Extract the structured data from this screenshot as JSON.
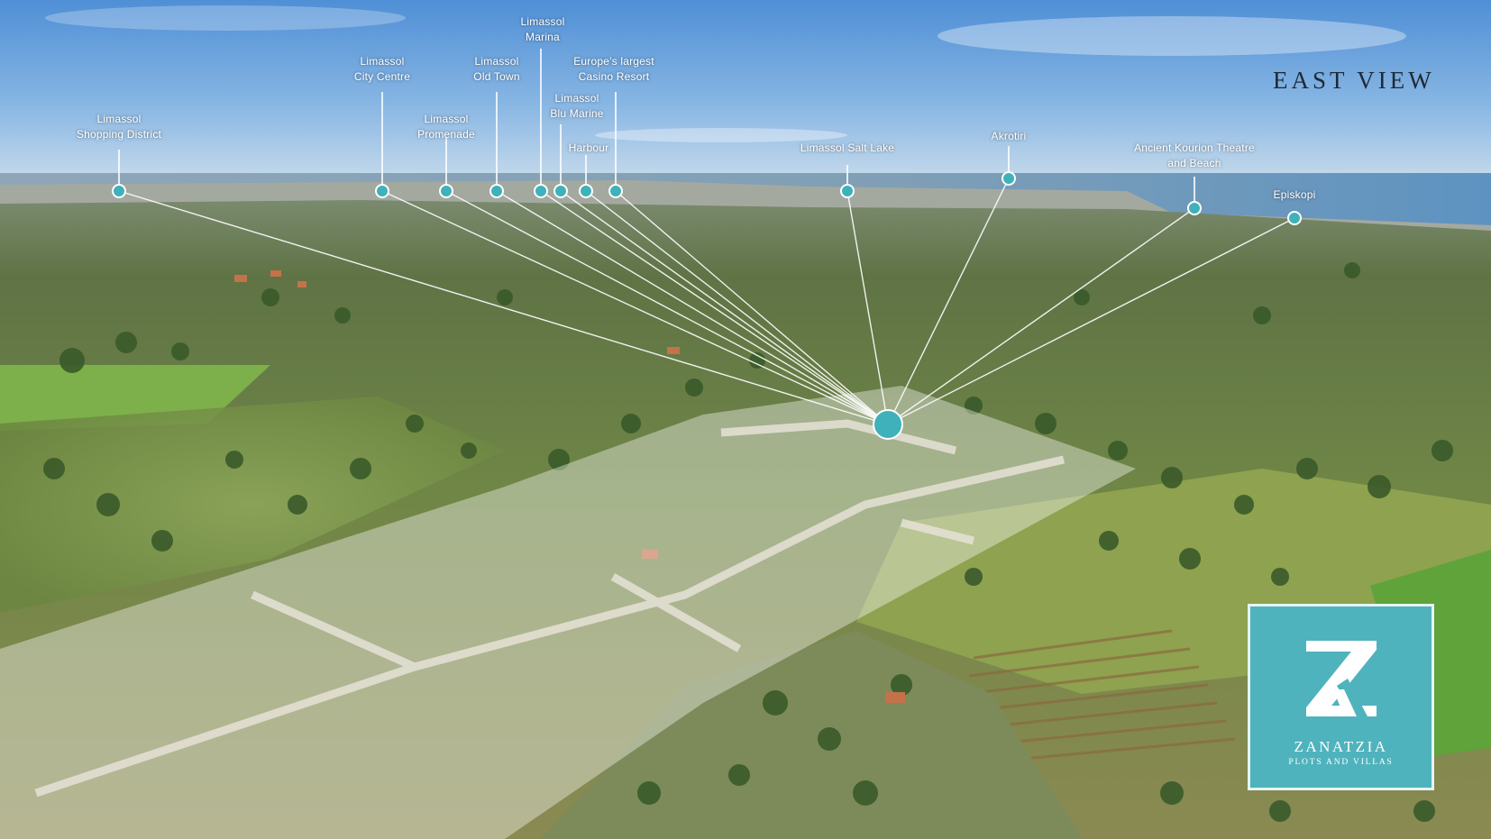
{
  "view_title": "EAST VIEW",
  "brand": {
    "name": "ZANATZIA",
    "tagline": "PLOTS AND VILLAS",
    "color": "#4fb3bd"
  },
  "accent_color": "#3fb1ba",
  "landmarks": [
    {
      "id": "shopping-district",
      "label": "Limassol\nShopping District"
    },
    {
      "id": "city-centre",
      "label": "Limassol\nCity Centre"
    },
    {
      "id": "promenade",
      "label": "Limassol\nPromenade"
    },
    {
      "id": "old-town",
      "label": "Limassol\nOld Town"
    },
    {
      "id": "marina",
      "label": "Limassol\nMarina"
    },
    {
      "id": "blu-marine",
      "label": "Limassol\nBlu Marine"
    },
    {
      "id": "harbour",
      "label": "Harbour"
    },
    {
      "id": "casino-resort",
      "label": "Europe's largest\nCasino Resort"
    },
    {
      "id": "salt-lake",
      "label": "Limassol Salt Lake"
    },
    {
      "id": "akrotiri",
      "label": "Akrotiri"
    },
    {
      "id": "kourion",
      "label": "Ancient Kourion Theatre\nand Beach"
    },
    {
      "id": "episkopi",
      "label": "Episkopi"
    }
  ]
}
